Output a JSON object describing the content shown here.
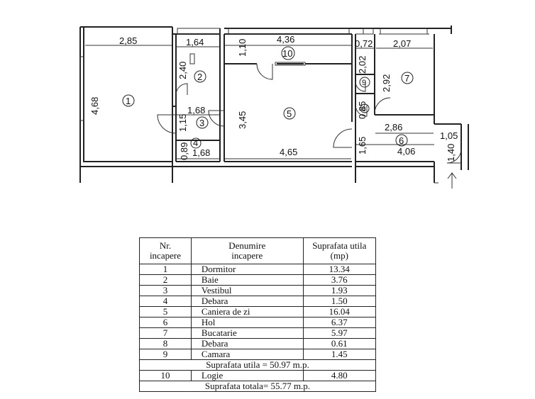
{
  "plan": {
    "dimensions": {
      "d_2_85": "2,85",
      "d_4_68": "4,68",
      "d_1_64": "1,64",
      "d_2_40": "2,40",
      "d_1_68a": "1,68",
      "d_1_15": "1,15",
      "d_0_89": "0,89",
      "d_1_68b": "1,68",
      "d_4_36": "4,36",
      "d_1_10": "1,10",
      "d_3_45": "3,45",
      "d_4_65": "4,65",
      "d_0_72": "0,72",
      "d_2_07": "2,07",
      "d_2_02": "2,02",
      "d_2_92": "2,92",
      "d_0_85": "0,85",
      "d_2_86": "2,86",
      "d_1_65": "1,65",
      "d_4_06": "4,06",
      "d_1_05": "1,05",
      "d_1_40": "1,40"
    },
    "rooms": {
      "r1": "1",
      "r2": "2",
      "r3": "3",
      "r4": "4",
      "r5": "5",
      "r6": "6",
      "r7": "7",
      "r8": "8",
      "r9": "9",
      "r10": "10"
    }
  },
  "table": {
    "headers": {
      "nr": "Nr.\nincapere",
      "name": "Denumire\nincapere",
      "area": "Suprafata utila\n(mp)"
    },
    "rows": [
      {
        "nr": "1",
        "name": "Dormitor",
        "area": "13.34"
      },
      {
        "nr": "2",
        "name": "Baie",
        "area": "3.76"
      },
      {
        "nr": "3",
        "name": "Vestibul",
        "area": "1.93"
      },
      {
        "nr": "4",
        "name": "Debara",
        "area": "1.50"
      },
      {
        "nr": "5",
        "name": "Caniera de zi",
        "area": "16.04"
      },
      {
        "nr": "6",
        "name": "Hol",
        "area": "6.37"
      },
      {
        "nr": "7",
        "name": "Bucatarie",
        "area": "5.97"
      },
      {
        "nr": "8",
        "name": "Debara",
        "area": "0.61"
      },
      {
        "nr": "9",
        "name": "Camara",
        "area": "1.45"
      }
    ],
    "utila_total": "Suprafata utila = 50.97 m.p.",
    "row10": {
      "nr": "10",
      "name": "Logie",
      "area": "4.80"
    },
    "totala": "Suprafata totala= 55.77 m.p."
  }
}
